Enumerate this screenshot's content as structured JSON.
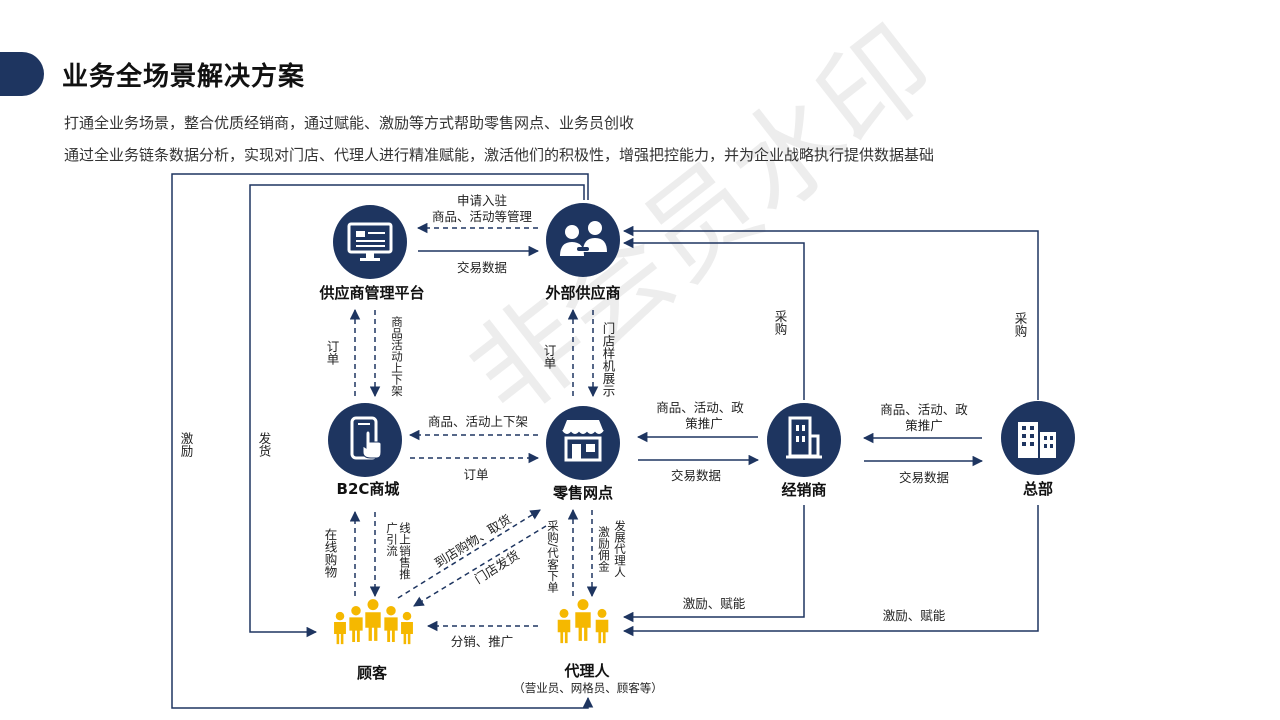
{
  "header": {
    "title": "业务全场景解决方案",
    "subtitle_1": "打通全业务场景，整合优质经销商，通过赋能、激励等方式帮助零售网点、业务员创收",
    "subtitle_2": "通过全业务链条数据分析，实现对门店、代理人进行精准赋能，激活他们的积极性，增强把控能力，并为企业战略执行提供数据基础"
  },
  "watermark": "非会员水印",
  "colors": {
    "node": "#1e3560",
    "line": "#1e3560",
    "people": "#f5b800"
  },
  "nodes": {
    "platform": {
      "label": "供应商管理平台",
      "icon": "monitor-icon"
    },
    "external_supplier": {
      "label": "外部供应商",
      "icon": "handshake-icon"
    },
    "b2c": {
      "label": "B2C商城",
      "icon": "phone-touch-icon"
    },
    "retail": {
      "label": "零售网点",
      "icon": "storefront-icon"
    },
    "dealer": {
      "label": "经销商",
      "icon": "building-icon"
    },
    "hq": {
      "label": "总部",
      "icon": "office-buildings-icon"
    },
    "customer": {
      "label": "顾客",
      "icon": "people-group-icon"
    },
    "agent": {
      "label": "代理人",
      "sub": "（营业员、网格员、顾客等）",
      "icon": "people-group-icon"
    }
  },
  "edges": {
    "apply_line1": "申请入驻",
    "apply_line2": "商品、活动等管理",
    "trade_data": "交易数据",
    "order": "订单",
    "product_shelf_v": "商品活动上下架",
    "order_v2": "订单",
    "store_display_v": "门店样机展示",
    "product_shelf_h": "商品、活动上下架",
    "order_h": "订单",
    "dealer_policy_line1": "商品、活动、政",
    "dealer_policy_line2": "策推广",
    "dealer_trade": "交易数据",
    "hq_policy_line1": "商品、活动、政",
    "hq_policy_line2": "策推广",
    "hq_trade": "交易数据",
    "purchase_dealer": "采购",
    "purchase_hq": "采购",
    "incentive_left": "激励",
    "ship_left": "发货",
    "online_buy": "在线购物",
    "online_guide_a": "线上销售推",
    "online_guide_b": "广引流",
    "pickup": "到店购物、取货",
    "store_ship": "门店发货",
    "proxy_order": "采购/代客下单",
    "develop_agent": "发展代理人",
    "commission": "激励佣金",
    "distribute": "分销、推广",
    "incentive_dealer": "激励、赋能",
    "incentive_hq": "激励、赋能"
  }
}
